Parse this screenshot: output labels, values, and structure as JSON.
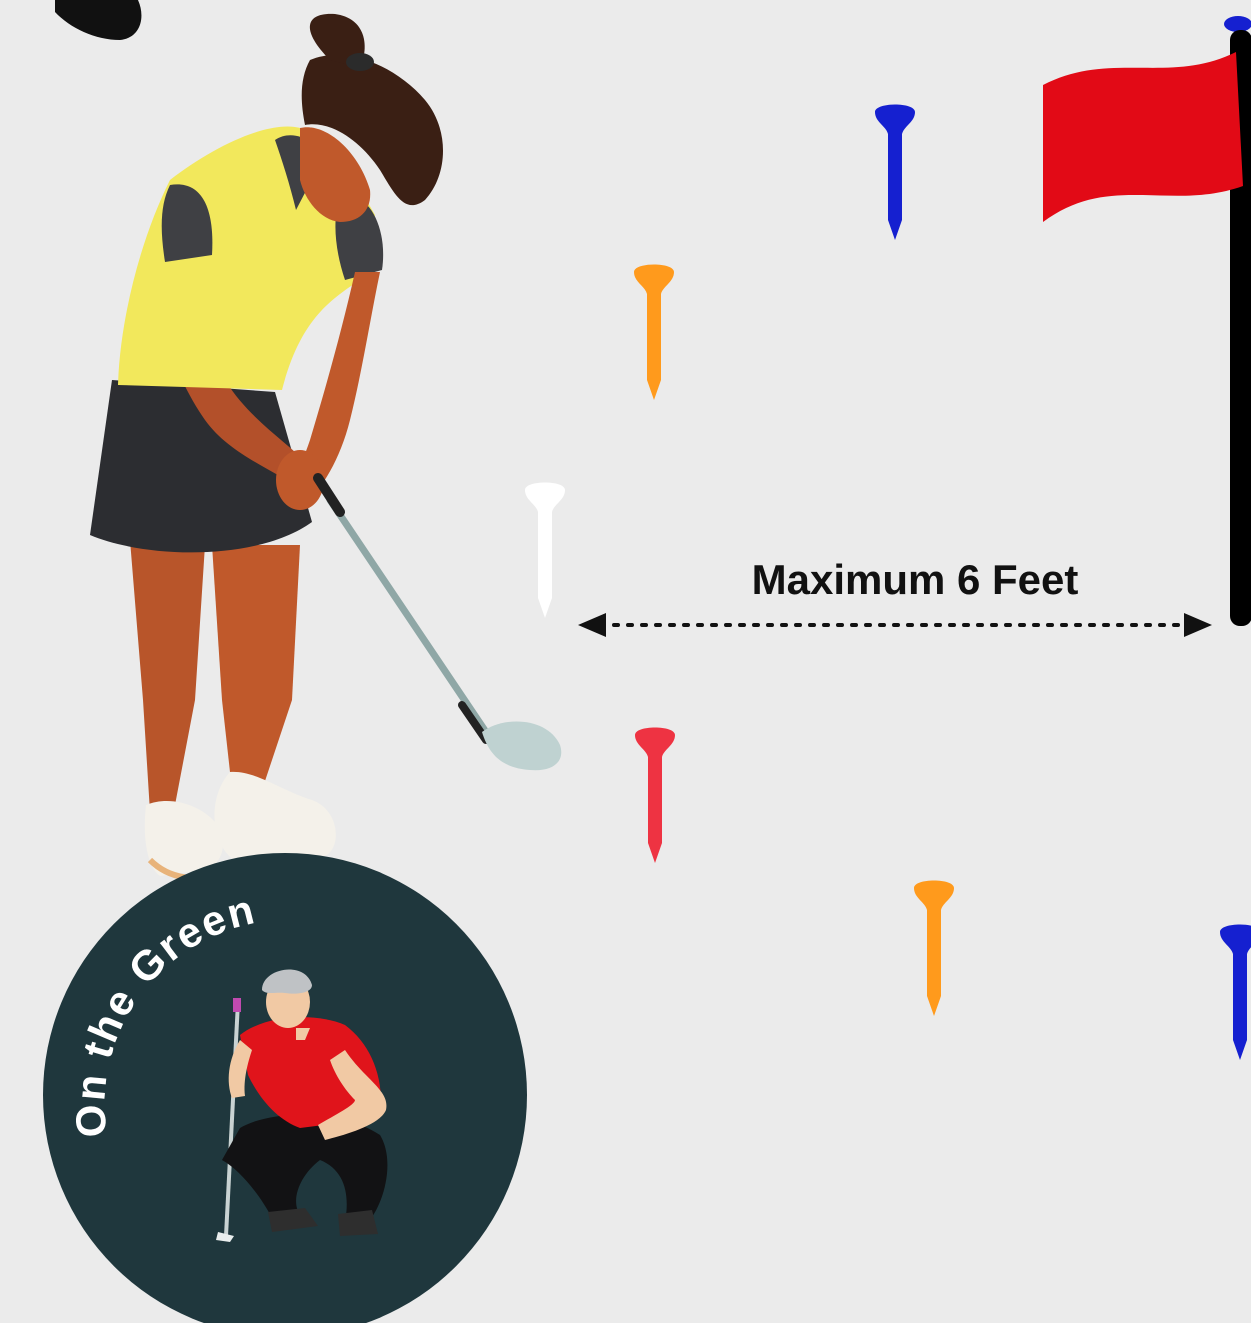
{
  "distance": {
    "label": "Maximum 6 Feet"
  },
  "badge": {
    "text": "On the Green"
  },
  "colors": {
    "background": "#ebebeb",
    "flag": "#e20a16",
    "badge": "#1f373d",
    "tee_blue": "#1520d0",
    "tee_orange": "#ff9a1c",
    "tee_white": "#ffffff",
    "tee_red": "#ee3342",
    "shirt_yellow": "#f2e85c",
    "skin": "#c0592b",
    "hair": "#3a1f14"
  },
  "tees": [
    {
      "name": "tee-blue-top",
      "color": "blue"
    },
    {
      "name": "tee-orange-upper",
      "color": "orange"
    },
    {
      "name": "tee-white",
      "color": "white"
    },
    {
      "name": "tee-red",
      "color": "red"
    },
    {
      "name": "tee-orange-lower",
      "color": "orange"
    },
    {
      "name": "tee-blue-right",
      "color": "blue"
    }
  ]
}
